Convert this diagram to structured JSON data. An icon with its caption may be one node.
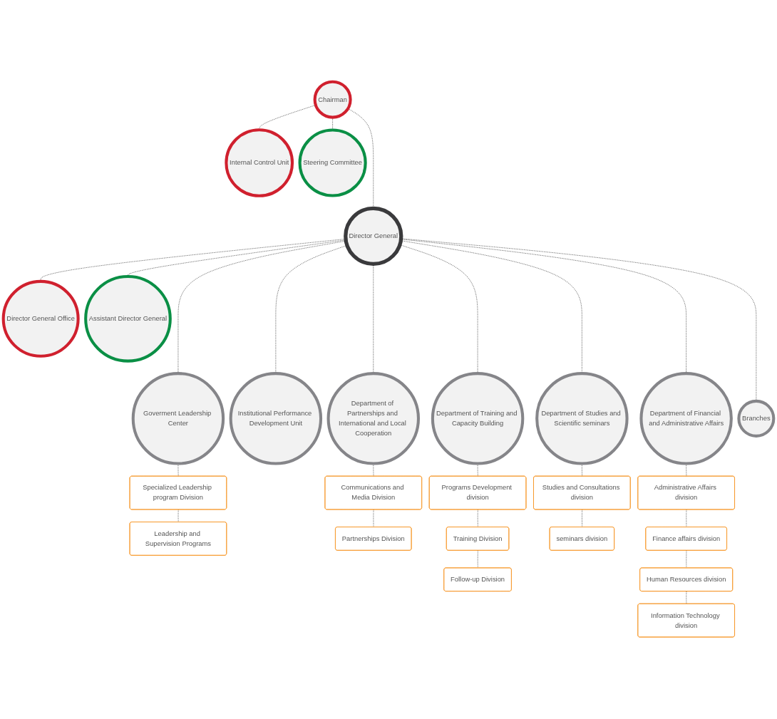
{
  "diagram": {
    "nodes": [
      {
        "text": [
          "Chairman"
        ]
      },
      {
        "text": [
          "Internal Control Unit"
        ]
      },
      {
        "text": [
          "Steering Committee"
        ]
      },
      {
        "text": [
          "Director General"
        ]
      },
      {
        "text": [
          "Director General Office"
        ]
      },
      {
        "text": [
          "Assistant Director General"
        ]
      },
      {
        "text": [
          "Goverment Leadership Center"
        ]
      },
      {
        "text": [
          "Institutional Performance Development Unit"
        ]
      },
      {
        "text": [
          "Department of Partnerships and International and Local Cooperation"
        ]
      },
      {
        "text": [
          "Department of Training and Capacity Building"
        ]
      },
      {
        "text": [
          "Department of Studies and Scientific seminars"
        ]
      },
      {
        "text": [
          "Department of Financial and Administrative Affairs"
        ]
      },
      {
        "text": [
          "Branches"
        ]
      },
      {
        "text": [
          "Specialized Leadership program Division"
        ]
      },
      {
        "text": [
          "Leadership and Supervision Programs"
        ]
      },
      {
        "text": [
          "Communications and Media Division"
        ]
      },
      {
        "text": [
          "Partnerships Division"
        ]
      },
      {
        "text": [
          "Programs Development division"
        ]
      },
      {
        "text": [
          "Training Division"
        ]
      },
      {
        "text": [
          "Follow-up Division"
        ]
      },
      {
        "text": [
          "Studies and Consultations division"
        ]
      },
      {
        "text": [
          "seminars division"
        ]
      },
      {
        "text": [
          "Administrative Affairs division"
        ]
      },
      {
        "text": [
          "Finance affairs division"
        ]
      },
      {
        "text": [
          "Human Resources division"
        ]
      },
      {
        "text": [
          "Information Technology division"
        ]
      }
    ],
    "edges": [
      {
        "from": 0,
        "to": 1,
        "arrow": "none",
        "style": "dashed"
      },
      {
        "from": 0,
        "to": 2,
        "arrow": "none",
        "style": "dashed"
      },
      {
        "from": 0,
        "to": 3,
        "arrow": "none",
        "style": "dashed"
      },
      {
        "from": 3,
        "to": 4,
        "arrow": "none",
        "style": "dashed"
      },
      {
        "from": 3,
        "to": 5,
        "arrow": "none",
        "style": "dashed"
      },
      {
        "from": 3,
        "to": 6,
        "arrow": "none",
        "style": "dashed"
      },
      {
        "from": 3,
        "to": 7,
        "arrow": "none",
        "style": "dashed"
      },
      {
        "from": 3,
        "to": 8,
        "arrow": "none",
        "style": "dashed"
      },
      {
        "from": 3,
        "to": 9,
        "arrow": "none",
        "style": "dashed"
      },
      {
        "from": 3,
        "to": 10,
        "arrow": "none",
        "style": "dashed"
      },
      {
        "from": 3,
        "to": 11,
        "arrow": "none",
        "style": "dashed"
      },
      {
        "from": 3,
        "to": 12,
        "arrow": "none",
        "style": "dashed"
      },
      {
        "from": 6,
        "to": 13,
        "arrow": "none",
        "style": "dashed"
      },
      {
        "from": 13,
        "to": 14,
        "arrow": "none",
        "style": "dashed"
      },
      {
        "from": 8,
        "to": 15,
        "arrow": "none",
        "style": "dashed"
      },
      {
        "from": 15,
        "to": 16,
        "arrow": "none",
        "style": "dashed"
      },
      {
        "from": 9,
        "to": 17,
        "arrow": "none",
        "style": "dashed"
      },
      {
        "from": 17,
        "to": 18,
        "arrow": "none",
        "style": "dashed"
      },
      {
        "from": 18,
        "to": 19,
        "arrow": "none",
        "style": "dashed"
      },
      {
        "from": 10,
        "to": 20,
        "arrow": "none",
        "style": "dashed"
      },
      {
        "from": 20,
        "to": 21,
        "arrow": "none",
        "style": "dashed"
      },
      {
        "from": 11,
        "to": 22,
        "arrow": "none",
        "style": "dashed"
      },
      {
        "from": 22,
        "to": 23,
        "arrow": "none",
        "style": "dashed"
      },
      {
        "from": 23,
        "to": 24,
        "arrow": "none",
        "style": "dashed"
      },
      {
        "from": 24,
        "to": 25,
        "arrow": "none",
        "style": "dashed"
      }
    ]
  }
}
